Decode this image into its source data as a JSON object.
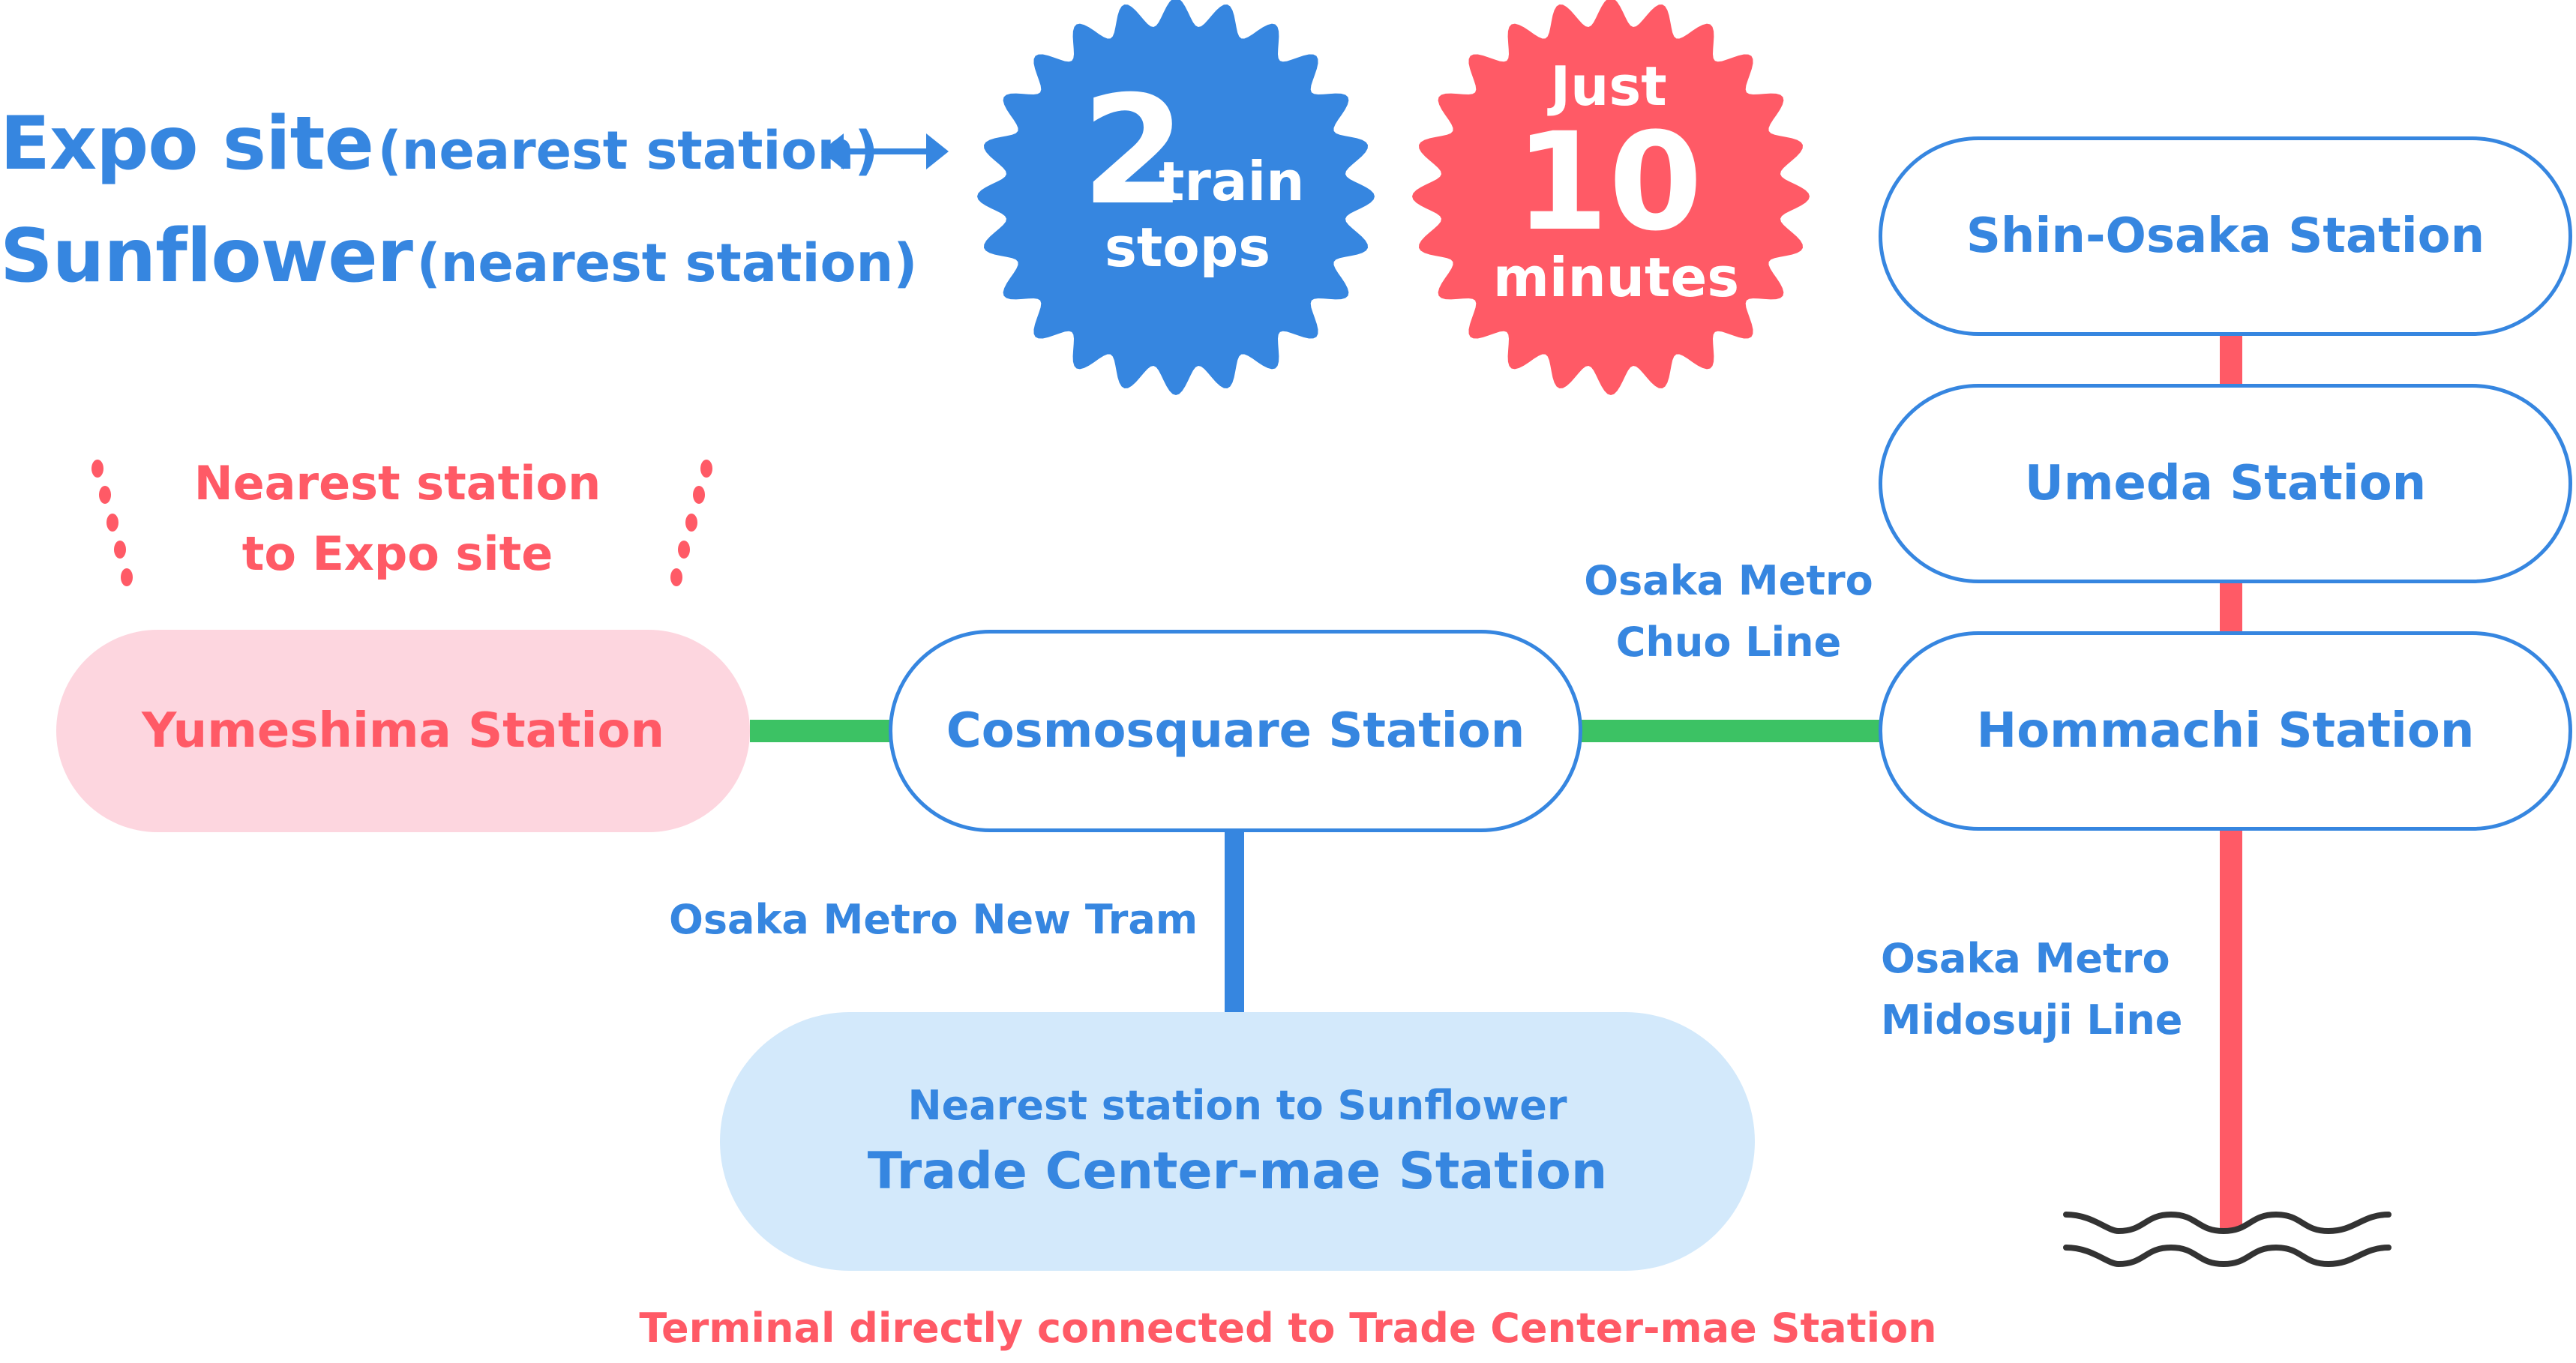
{
  "header": {
    "line1": {
      "place": "Expo site",
      "qualifier": "(nearest station)"
    },
    "line2": {
      "place": "Sunflower",
      "qualifier": "(nearest station)"
    },
    "connector_icon": "double-arrow-icon"
  },
  "badges": [
    {
      "id": "stops",
      "number": "2",
      "text_right": "train",
      "text_bottom": "stops",
      "color": "#3686e0"
    },
    {
      "id": "time",
      "text_top": "Just",
      "number": "10",
      "text_bottom": "minutes",
      "color": "#ff5a66"
    }
  ],
  "expo_callout": {
    "line1": "Nearest station",
    "line2": "to Expo site",
    "decoration_icon": "sparkle-dots-icon"
  },
  "stations": {
    "yumeshima": "Yumeshima Station",
    "cosmosquare": "Cosmosquare Station",
    "shin_osaka": "Shin-Osaka Station",
    "umeda": "Umeda Station",
    "hommachi": "Hommachi Station",
    "trade_center": {
      "subtitle": "Nearest station to Sunflower",
      "name": "Trade Center-mae Station"
    }
  },
  "lines": {
    "chuo": {
      "line1": "Osaka Metro",
      "line2": "Chuo Line",
      "color": "#3cc264"
    },
    "new_tram": {
      "label": "Osaka Metro New Tram",
      "color": "#3686e0"
    },
    "midosuji": {
      "line1": "Osaka Metro",
      "line2": "Midosuji Line",
      "color": "#ff5a66"
    }
  },
  "footer_note": "Terminal directly connected to Trade Center-mae Station",
  "colors": {
    "brand_blue": "#3686e0",
    "accent_red": "#ff5a66",
    "pink_fill": "#fdd6df",
    "light_blue_fill": "#d3e9fb",
    "chuo_green": "#3cc264",
    "wave_dark": "#333333"
  }
}
